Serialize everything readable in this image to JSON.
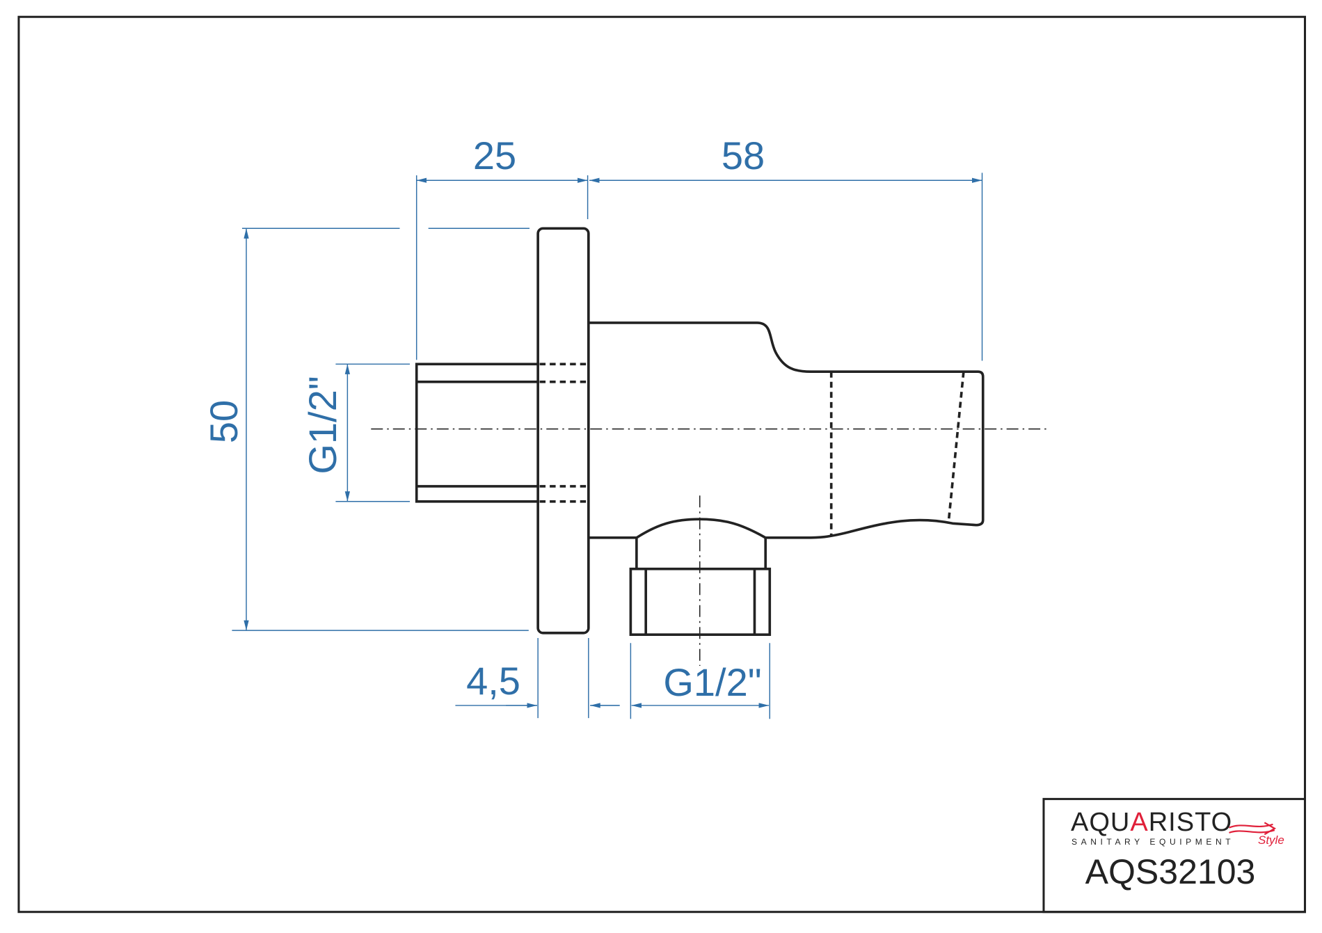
{
  "dimensions": {
    "flange_to_inlet": "25",
    "body_length": "58",
    "height": "50",
    "inlet_thread": "G1/2\"",
    "flange_thickness": "4,5",
    "outlet_thread": "G1/2\""
  },
  "title_block": {
    "brand": {
      "part1": "AQU",
      "part2": "A",
      "part3": "RISTO",
      "tagline": "SANITARY EQUIPMENT",
      "style": "Style"
    },
    "product_code": "AQS32103"
  },
  "colors": {
    "dimension": "#2f6fa8",
    "outline": "#222222",
    "brand_accent": "#e0203a"
  }
}
